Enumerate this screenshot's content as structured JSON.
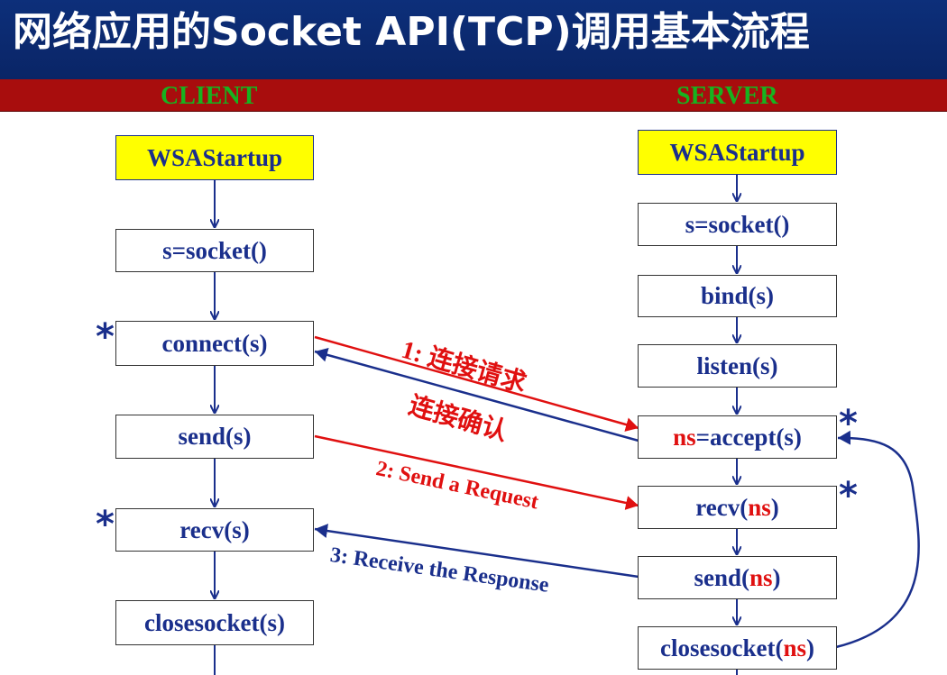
{
  "title": "网络应用的Socket API(TCP)调用基本流程",
  "client_label": "CLIENT",
  "server_label": "SERVER",
  "client": {
    "wsastartup": "WSAStartup",
    "socket": "s=socket()",
    "connect": "connect(s)",
    "send": "send(s)",
    "recv": "recv(s)",
    "closesocket": "closesocket(s)"
  },
  "server": {
    "wsastartup": "WSAStartup",
    "socket": "s=socket()",
    "bind": "bind(s)",
    "listen": "listen(s)",
    "accept_ns": "ns",
    "accept_rest": "=accept(s)",
    "recv_pre": "recv(",
    "recv_ns": "ns",
    "recv_post": ")",
    "send_pre": "send(",
    "send_ns": "ns",
    "send_post": ")",
    "close_pre": "closesocket(",
    "close_ns": "ns",
    "close_post": ")"
  },
  "labels": {
    "connect_request": "1:  连接请求",
    "connect_ack": "连接确认",
    "send_request": "2: Send a Request",
    "receive_response": "3: Receive the Response"
  },
  "star": "*",
  "colors": {
    "header_blue": "#0d2f7a",
    "band_red": "#a80d0d",
    "label_green": "#17b31f",
    "text_blue": "#1a2f8c",
    "highlight_red": "#e01010",
    "box_yellow": "#ffff00"
  }
}
